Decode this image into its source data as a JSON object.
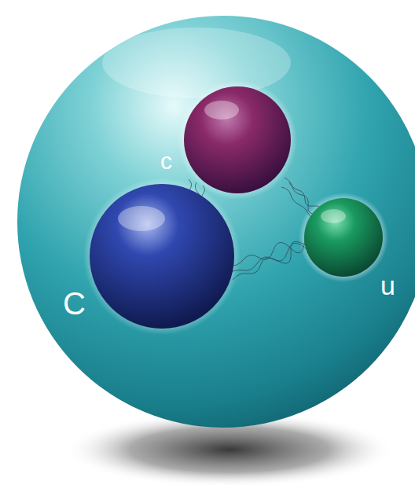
{
  "diagram": {
    "labels": [
      "c",
      "C",
      "u"
    ]
  }
}
